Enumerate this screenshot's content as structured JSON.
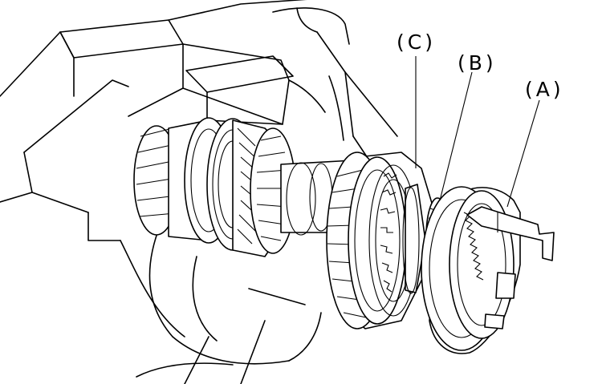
{
  "callouts": {
    "c": "(C)",
    "b": "(B)",
    "a": "(A)"
  },
  "colors": {
    "line": "#000000",
    "paper": "#ffffff"
  }
}
